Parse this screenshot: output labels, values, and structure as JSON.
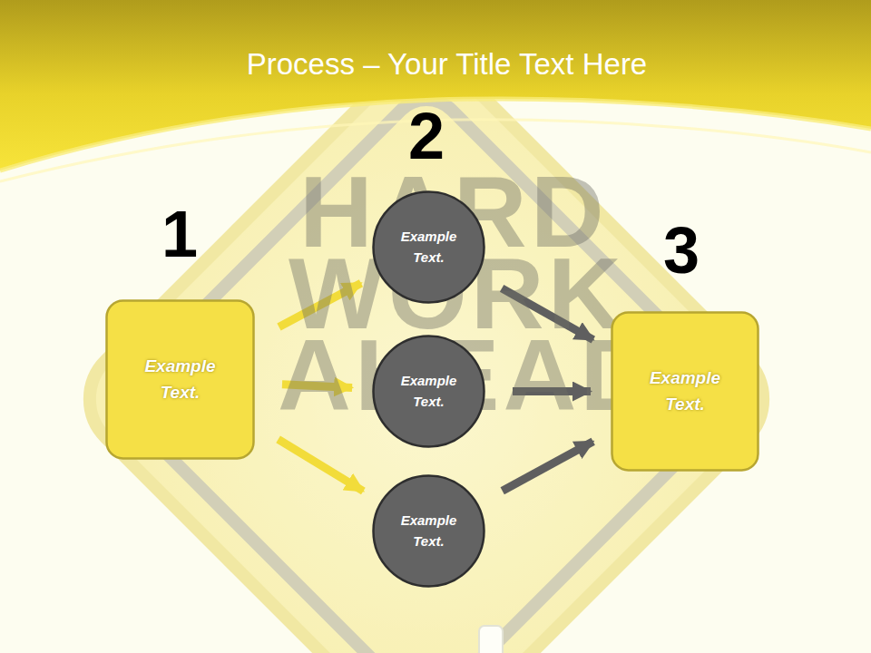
{
  "diagram": {
    "title": "Process – Your Title Text Here",
    "nodes": [
      {
        "text": [
          "Example Text."
        ]
      },
      {
        "text": [
          "Example Text."
        ]
      },
      {
        "text": [
          "Example Text."
        ]
      },
      {
        "text": [
          "Example Text."
        ]
      },
      {
        "text": [
          "Example Text."
        ]
      }
    ],
    "edges": [
      {
        "from": 0,
        "to": 1,
        "arrow": "to"
      },
      {
        "from": 0,
        "to": 2,
        "arrow": "to"
      },
      {
        "from": 0,
        "to": 3,
        "arrow": "to"
      },
      {
        "from": 1,
        "to": 4,
        "arrow": "to"
      },
      {
        "from": 2,
        "to": 4,
        "arrow": "to"
      },
      {
        "from": 3,
        "to": 4,
        "arrow": "to"
      }
    ],
    "labels": [
      "1",
      "2",
      "3",
      "HARD",
      "WORK",
      "AHEAD"
    ]
  }
}
